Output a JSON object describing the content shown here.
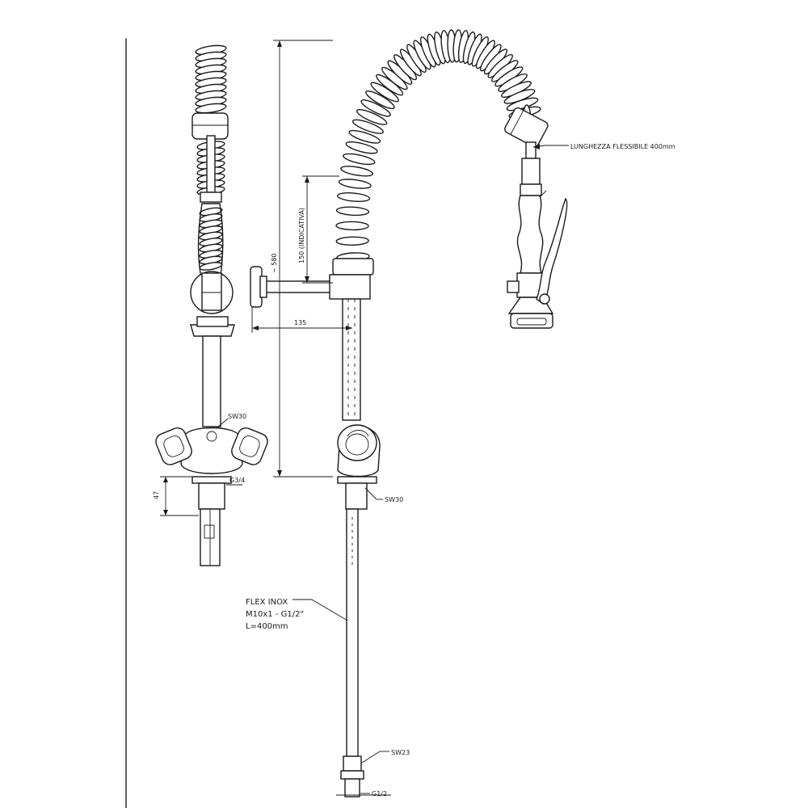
{
  "dimensions": {
    "height_approx": "~ 580",
    "hose_indicative": "150  (INDICATIVA)",
    "reach": "135",
    "inlet_depth": "47"
  },
  "callouts": {
    "flexible_length": "LUNGHEZZA FLESSIBILE 400mm",
    "side_view_nut": "SW30",
    "side_view_thread": "G3/4",
    "front_view_nut": "SW30",
    "supply_nut": "SW23",
    "supply_thread": "G1/2",
    "flex_line1": "FLEX INOX",
    "flex_line2": "M10x1 - G1/2\"",
    "flex_line3": "L=400mm"
  },
  "colors": {
    "line": "#1a1a1a",
    "background": "#ffffff"
  }
}
